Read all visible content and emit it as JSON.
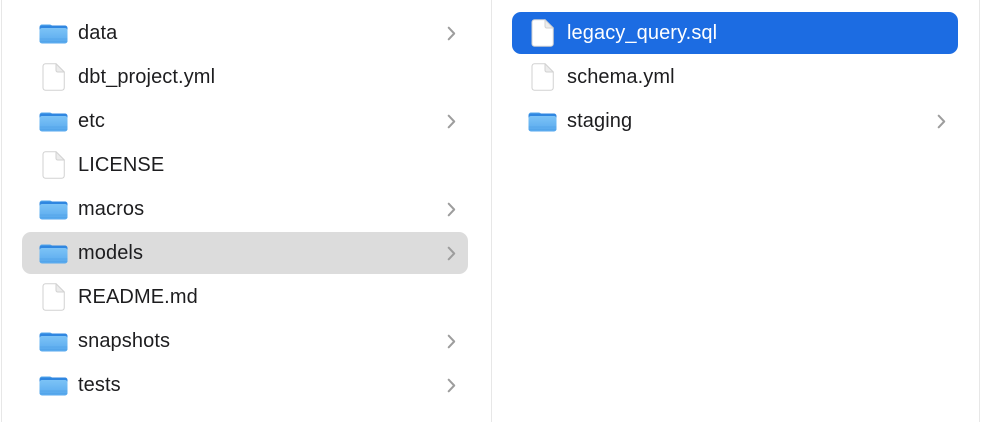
{
  "view": "finder-column-browser",
  "colors": {
    "background": "#ffffff",
    "divider": "#e7e7e7",
    "text": "#1d1d1f",
    "selected_text": "#ffffff",
    "selection_blue": "#1c6ce2",
    "selection_gray": "#dcdcdc",
    "chevron": "#9d9d9d",
    "folder_blue_top": "#2f86e0",
    "folder_blue_body": "#6db9f2"
  },
  "columns": [
    {
      "name": "left-column",
      "items": [
        {
          "label": "data",
          "type": "folder",
          "chevron": true,
          "selected": "none"
        },
        {
          "label": "dbt_project.yml",
          "type": "file",
          "chevron": false,
          "selected": "none"
        },
        {
          "label": "etc",
          "type": "folder",
          "chevron": true,
          "selected": "none"
        },
        {
          "label": "LICENSE",
          "type": "file",
          "chevron": false,
          "selected": "none"
        },
        {
          "label": "macros",
          "type": "folder",
          "chevron": true,
          "selected": "none"
        },
        {
          "label": "models",
          "type": "folder",
          "chevron": true,
          "selected": "gray"
        },
        {
          "label": "README.md",
          "type": "file",
          "chevron": false,
          "selected": "none"
        },
        {
          "label": "snapshots",
          "type": "folder",
          "chevron": true,
          "selected": "none"
        },
        {
          "label": "tests",
          "type": "folder",
          "chevron": true,
          "selected": "none"
        }
      ]
    },
    {
      "name": "right-column",
      "items": [
        {
          "label": "legacy_query.sql",
          "type": "file",
          "chevron": false,
          "selected": "blue"
        },
        {
          "label": "schema.yml",
          "type": "file",
          "chevron": false,
          "selected": "none"
        },
        {
          "label": "staging",
          "type": "folder",
          "chevron": true,
          "selected": "none"
        }
      ]
    }
  ]
}
